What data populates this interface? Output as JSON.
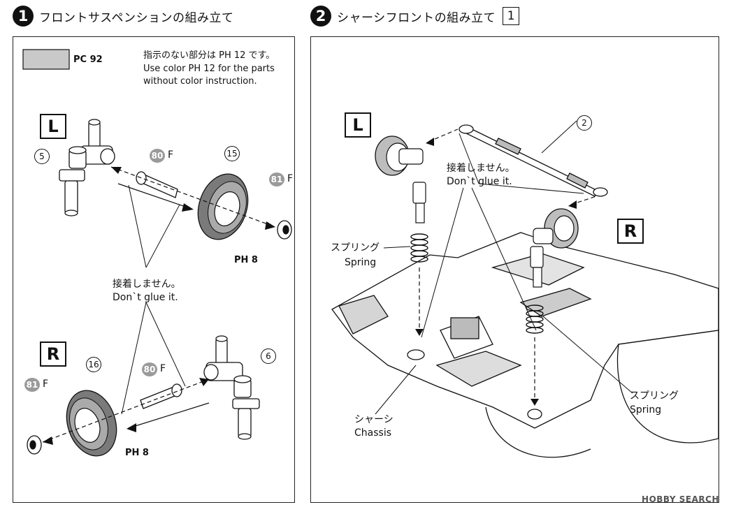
{
  "step1": {
    "number": "1",
    "title": "フロントサスペンションの組み立て"
  },
  "step2": {
    "number": "2",
    "title": "シャーシフロントの組み立て",
    "boxed": "1"
  },
  "panel1": {
    "swatch_code": "PC 92",
    "instruction_jp": "指示のない部分は PH 12 です。",
    "instruction_en1": "Use color PH 12 for the parts",
    "instruction_en2": "without color instruction.",
    "L": "L",
    "R": "R",
    "part5": "5",
    "part6": "6",
    "part15": "15",
    "part16": "16",
    "part80a": "80",
    "part80a_suffix": "F",
    "part80b": "80",
    "part80b_suffix": "F",
    "part81a": "81",
    "part81a_suffix": "F",
    "part81b": "81",
    "part81b_suffix": "F",
    "ph8a": "PH 8",
    "ph8b": "PH 8",
    "noglue_jp": "接着しません。",
    "noglue_en": "Don`t glue it."
  },
  "panel2": {
    "L": "L",
    "R": "R",
    "part2": "2",
    "noglue_jp": "接着しません。",
    "noglue_en": "Don`t glue it.",
    "spring_jp_a": "スプリング",
    "spring_en_a": "Spring",
    "spring_jp_b": "スプリング",
    "spring_en_b": "Spring",
    "chassis_jp": "シャーシ",
    "chassis_en": "Chassis"
  },
  "watermark": "HOBBY SEARCH",
  "colors": {
    "line": "#111111",
    "swatch": "#c9c9c9",
    "gray_badge": "#9a9a9a"
  }
}
